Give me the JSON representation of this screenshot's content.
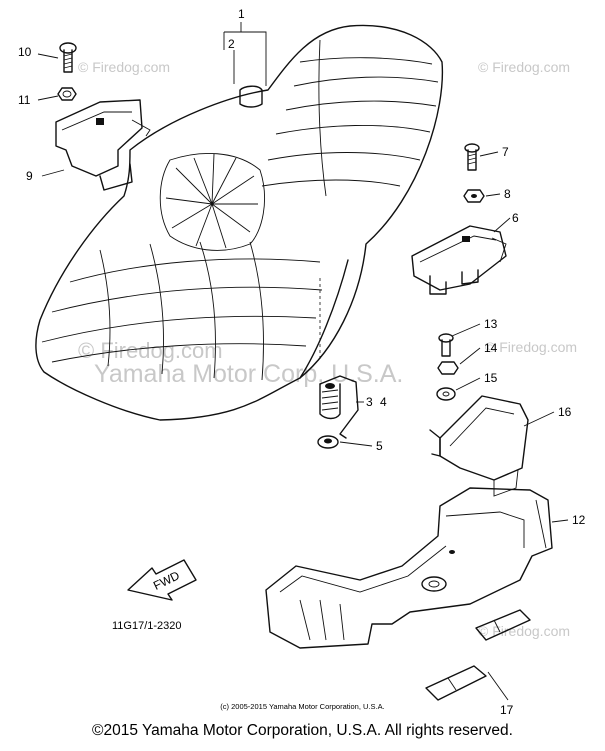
{
  "watermarks": {
    "small": "© Firedog.com",
    "large_site": "© Firedog.com",
    "large_corp": "Yamaha Motor Corp, U.S.A."
  },
  "part_labels": {
    "p1": "1",
    "p2": "2",
    "p3": "3",
    "p4": "4",
    "p5": "5",
    "p6": "6",
    "p7": "7",
    "p8": "8",
    "p9": "9",
    "p10": "10",
    "p11": "11",
    "p12": "12",
    "p13": "13",
    "p14": "14",
    "p15": "15",
    "p16": "16",
    "p17": "17"
  },
  "fwd_label": "FWD",
  "part_code": "11G17/1-2320",
  "small_credit": "(c) 2005-2015 Yamaha Motor Corporation, U.S.A.",
  "copyright": "©2015 Yamaha Motor Corporation, U.S.A. All rights reserved."
}
